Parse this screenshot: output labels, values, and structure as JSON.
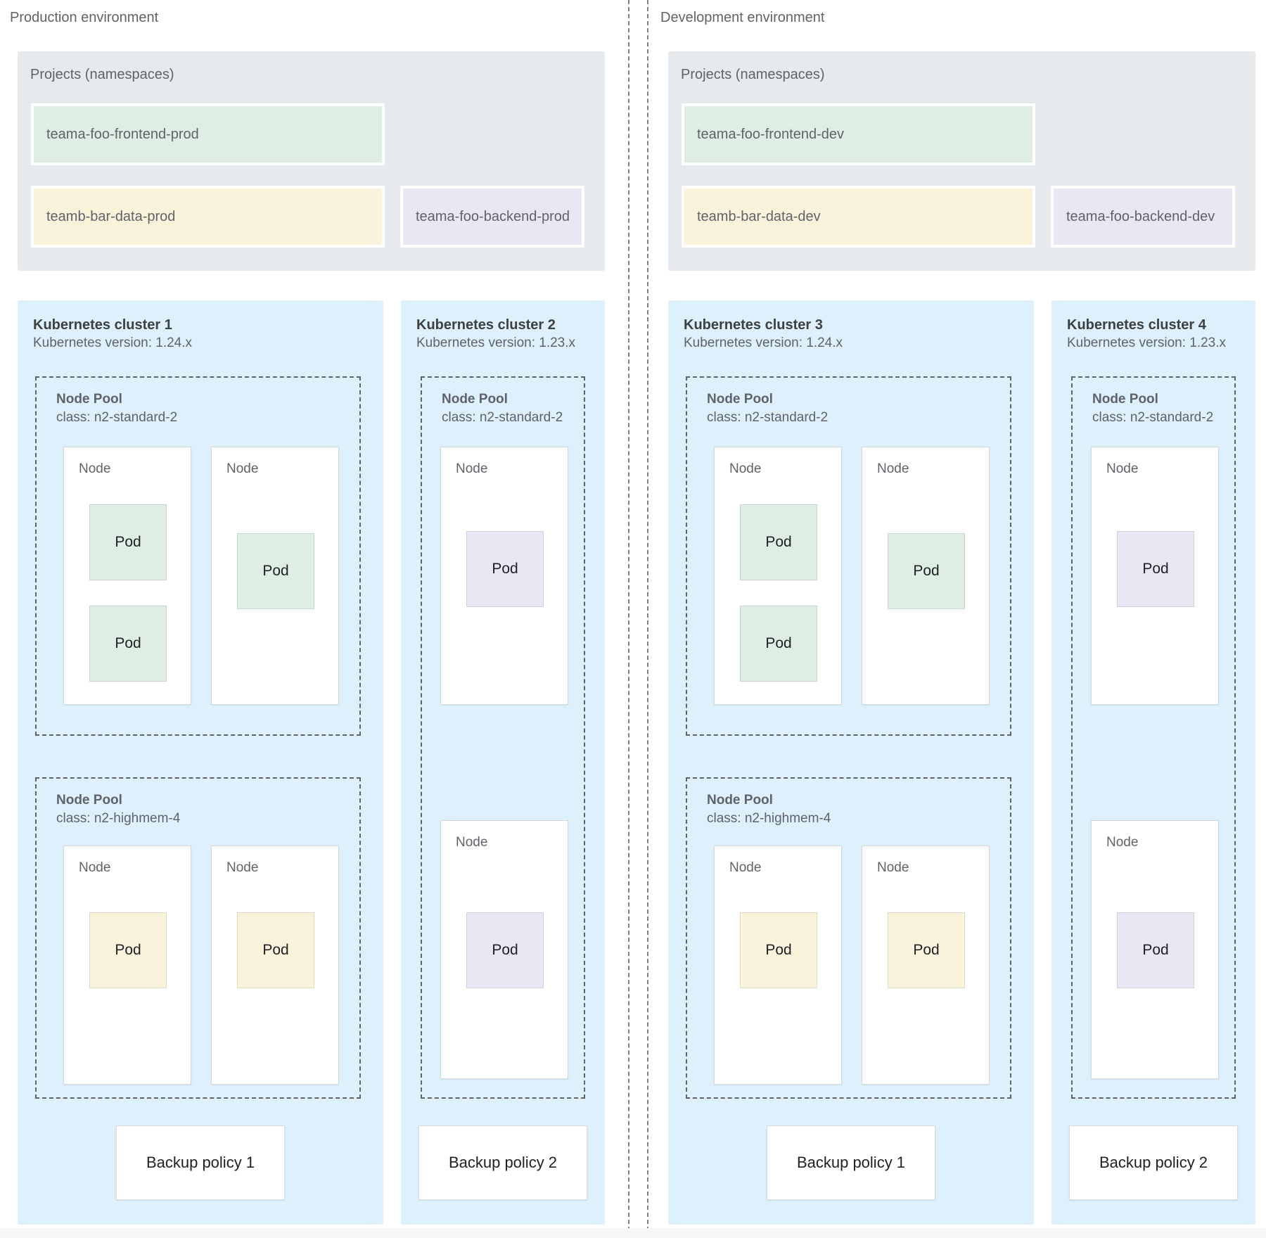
{
  "palette": {
    "cluster_bg": "#ddf0fb",
    "projects_bg": "#e7eaed",
    "green": "#dfeee5",
    "yellow": "#faf3dc",
    "purple": "#ebe6f4",
    "node_bg": "#ffffff",
    "text_gray": "#5f6368",
    "text_dark": "#202124"
  },
  "environments": [
    {
      "label": "Production environment",
      "projects": {
        "title": "Projects (namespaces)",
        "namespaces": [
          {
            "label": "teama-foo-frontend-prod",
            "color": "green"
          },
          {
            "label": "teamb-bar-data-prod",
            "color": "yellow"
          },
          {
            "label": "teama-foo-backend-prod",
            "color": "purple"
          }
        ]
      },
      "clusters": [
        {
          "title": "Kubernetes cluster 1",
          "version": "Kubernetes version: 1.24.x",
          "backup_policy": "Backup policy 1",
          "pools": [
            {
              "name": "Node Pool",
              "node_class": "class: n2-standard-2",
              "nodes": [
                {
                  "label": "Node",
                  "pods": [
                    {
                      "label": "Pod",
                      "color": "green"
                    },
                    {
                      "label": "Pod",
                      "color": "green"
                    }
                  ]
                },
                {
                  "label": "Node",
                  "pods": [
                    {
                      "label": "Pod",
                      "color": "green"
                    }
                  ]
                }
              ]
            },
            {
              "name": "Node Pool",
              "node_class": "class: n2-highmem-4",
              "nodes": [
                {
                  "label": "Node",
                  "pods": [
                    {
                      "label": "Pod",
                      "color": "yellow"
                    }
                  ]
                },
                {
                  "label": "Node",
                  "pods": [
                    {
                      "label": "Pod",
                      "color": "yellow"
                    }
                  ]
                }
              ]
            }
          ]
        },
        {
          "title": "Kubernetes cluster 2",
          "version": "Kubernetes version: 1.23.x",
          "backup_policy": "Backup policy 2",
          "pools": [
            {
              "name": "Node Pool",
              "node_class": "class: n2-standard-2",
              "nodes": [
                {
                  "label": "Node",
                  "pods": [
                    {
                      "label": "Pod",
                      "color": "purple"
                    }
                  ]
                },
                {
                  "label": "Node",
                  "pods": [
                    {
                      "label": "Pod",
                      "color": "purple"
                    }
                  ]
                }
              ]
            }
          ]
        }
      ]
    },
    {
      "label": "Development environment",
      "projects": {
        "title": "Projects (namespaces)",
        "namespaces": [
          {
            "label": "teama-foo-frontend-dev",
            "color": "green"
          },
          {
            "label": "teamb-bar-data-dev",
            "color": "yellow"
          },
          {
            "label": "teama-foo-backend-dev",
            "color": "purple"
          }
        ]
      },
      "clusters": [
        {
          "title": "Kubernetes cluster 3",
          "version": "Kubernetes version: 1.24.x",
          "backup_policy": "Backup policy 1",
          "pools": [
            {
              "name": "Node Pool",
              "node_class": "class: n2-standard-2",
              "nodes": [
                {
                  "label": "Node",
                  "pods": [
                    {
                      "label": "Pod",
                      "color": "green"
                    },
                    {
                      "label": "Pod",
                      "color": "green"
                    }
                  ]
                },
                {
                  "label": "Node",
                  "pods": [
                    {
                      "label": "Pod",
                      "color": "green"
                    }
                  ]
                }
              ]
            },
            {
              "name": "Node Pool",
              "node_class": "class: n2-highmem-4",
              "nodes": [
                {
                  "label": "Node",
                  "pods": [
                    {
                      "label": "Pod",
                      "color": "yellow"
                    }
                  ]
                },
                {
                  "label": "Node",
                  "pods": [
                    {
                      "label": "Pod",
                      "color": "yellow"
                    }
                  ]
                }
              ]
            }
          ]
        },
        {
          "title": "Kubernetes cluster 4",
          "version": "Kubernetes version: 1.23.x",
          "backup_policy": "Backup policy 2",
          "pools": [
            {
              "name": "Node Pool",
              "node_class": "class: n2-standard-2",
              "nodes": [
                {
                  "label": "Node",
                  "pods": [
                    {
                      "label": "Pod",
                      "color": "purple"
                    }
                  ]
                },
                {
                  "label": "Node",
                  "pods": [
                    {
                      "label": "Pod",
                      "color": "purple"
                    }
                  ]
                }
              ]
            }
          ]
        }
      ]
    }
  ]
}
